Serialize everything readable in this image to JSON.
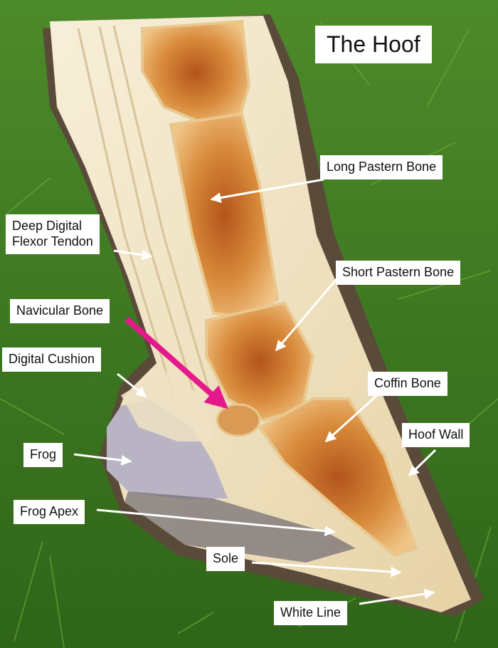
{
  "title": "The Hoof",
  "labels": {
    "long_pastern_bone": "Long Pastern Bone",
    "deep_digital_flexor_tendon_line1": "Deep Digital",
    "deep_digital_flexor_tendon_line2": "Flexor Tendon",
    "short_pastern_bone": "Short Pastern Bone",
    "navicular_bone": "Navicular Bone",
    "digital_cushion": "Digital Cushion",
    "coffin_bone": "Coffin Bone",
    "hoof_wall": "Hoof Wall",
    "frog": "Frog",
    "frog_apex": "Frog Apex",
    "sole": "Sole",
    "white_line": "White Line"
  },
  "colors": {
    "grass": "#3f7a22",
    "pointer_white": "#ffffff",
    "pointer_magenta": "#e6198c",
    "bone_marrow": "#c8782f",
    "hoof_horn": "#efe3c6",
    "frog_tissue": "#b9b4c4"
  }
}
